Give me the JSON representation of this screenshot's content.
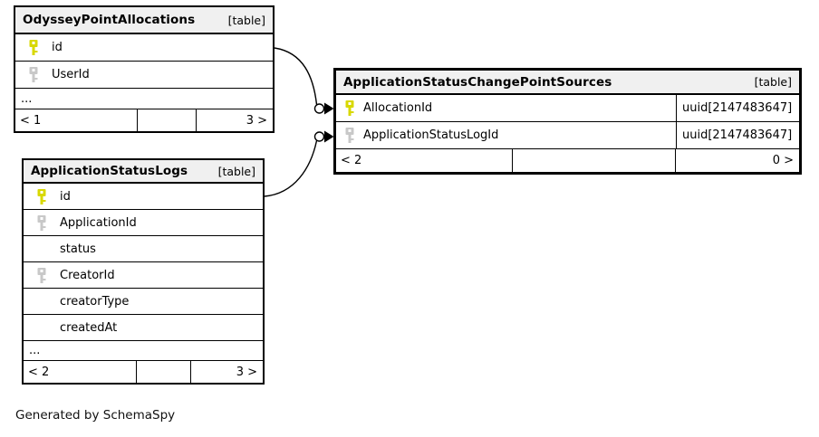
{
  "diagram": {
    "footer_note": "Generated by SchemaSpy",
    "colors": {
      "primary_key": "#d8d800",
      "foreign_key": "#c8c8c8",
      "header_bg": "#f0f0f0",
      "border": "#000000",
      "connector": "#000000"
    },
    "tables": [
      {
        "name": "OdysseyPointAllocations",
        "tag": "[table]",
        "columns": [
          {
            "name": "id",
            "key": "primary"
          },
          {
            "name": "UserId",
            "key": "foreign"
          }
        ],
        "ellipsis": "...",
        "footer": {
          "left": "< 1",
          "right": "3 >"
        }
      },
      {
        "name": "ApplicationStatusChangePointSources",
        "tag": "[table]",
        "columns": [
          {
            "name": "AllocationId",
            "key": "primary",
            "type": "uuid[2147483647]"
          },
          {
            "name": "ApplicationStatusLogId",
            "key": "foreign",
            "type": "uuid[2147483647]"
          }
        ],
        "footer": {
          "left": "< 2",
          "right": "0 >"
        }
      },
      {
        "name": "ApplicationStatusLogs",
        "tag": "[table]",
        "columns": [
          {
            "name": "id",
            "key": "primary"
          },
          {
            "name": "ApplicationId",
            "key": "foreign"
          },
          {
            "name": "status",
            "key": "none"
          },
          {
            "name": "CreatorId",
            "key": "foreign"
          },
          {
            "name": "creatorType",
            "key": "none"
          },
          {
            "name": "createdAt",
            "key": "none"
          }
        ],
        "ellipsis": "...",
        "footer": {
          "left": "< 2",
          "right": "3 >"
        }
      }
    ],
    "relationships": [
      {
        "from": "OdysseyPointAllocations.id",
        "to": "ApplicationStatusChangePointSources.AllocationId"
      },
      {
        "from": "ApplicationStatusLogs.id",
        "to": "ApplicationStatusChangePointSources.ApplicationStatusLogId"
      }
    ]
  }
}
